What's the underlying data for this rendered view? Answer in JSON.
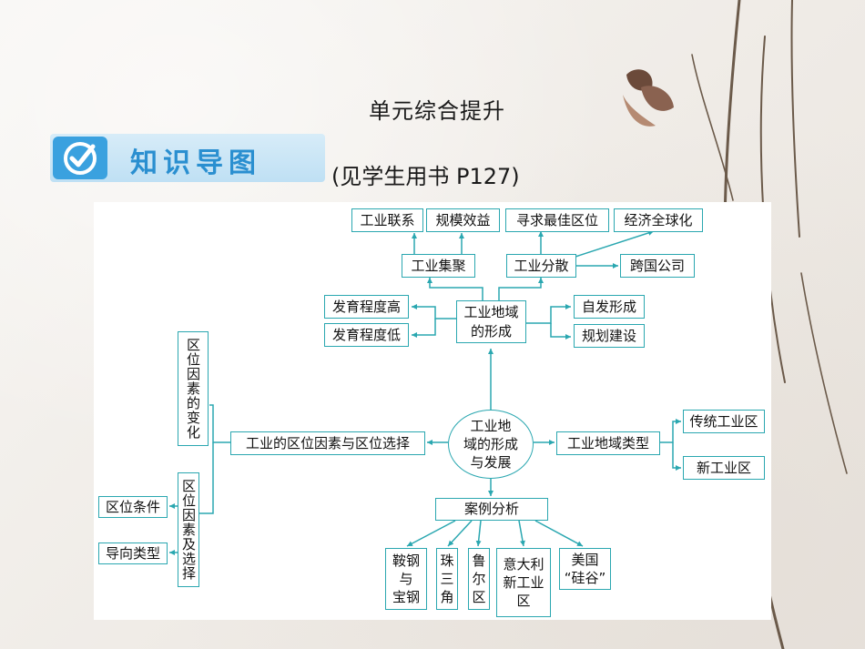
{
  "page": {
    "title": "单元综合提升",
    "banner_label": "知识导图",
    "subtitle": "(见学生用书 P127)"
  },
  "mindmap": {
    "center": "工业地\n域的形成\n与发展",
    "formation": "工业地域\n的形成",
    "agglomeration": "工业集聚",
    "dispersion": "工业分散",
    "industrial_links": "工业联系",
    "scale_benefit": "规模效益",
    "best_location": "寻求最佳区位",
    "globalization": "经济全球化",
    "multinational": "跨国公司",
    "high_development": "发育程度高",
    "low_development": "发育程度低",
    "spontaneous": "自发形成",
    "planned": "规划建设",
    "location_choice": "工业的区位因素与区位选择",
    "factor_change": "区位因素的变化",
    "factor_selection": "区位因素及选择",
    "location_conditions": "区位条件",
    "orientation_types": "导向类型",
    "region_types": "工业地域类型",
    "traditional": "传统工业区",
    "new_region": "新工业区",
    "case_analysis": "案例分析",
    "case_anshan": "鞍钢\n与\n宝钢",
    "case_prd": "珠\n三\n角",
    "case_ruhr": "鲁\n尔\n区",
    "case_italy": "意大利\n新工业\n区",
    "case_usa": "美国\n“硅谷”"
  },
  "colors": {
    "line": "#2aa7b0",
    "banner_accent": "#3aa1df",
    "banner_text": "#2a8fd0"
  }
}
